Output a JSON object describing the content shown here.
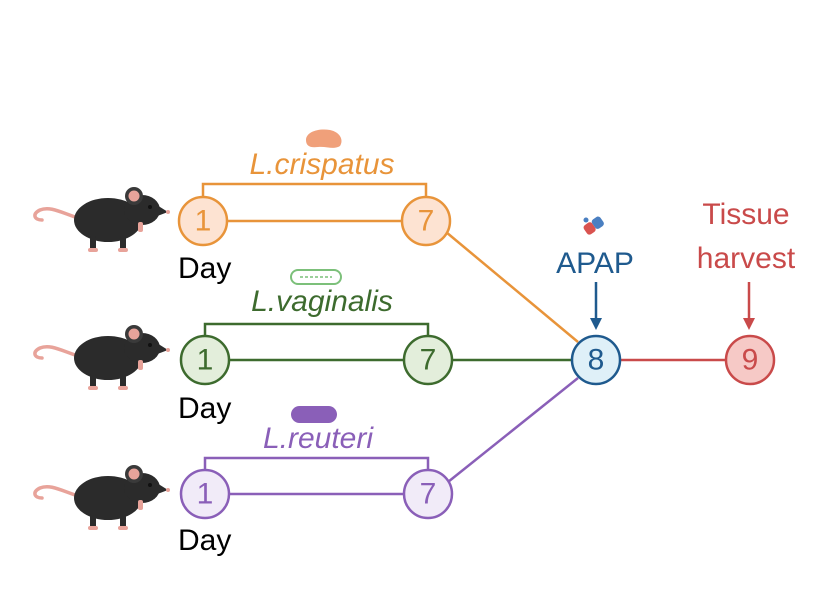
{
  "colors": {
    "crispatus": "#e8943a",
    "crispatus_fill": "#fde3d2",
    "vaginalis": "#3d6b2e",
    "vaginalis_fill": "#e3eedb",
    "reuteri": "#8a5fb8",
    "reuteri_fill": "#f1ebf8",
    "apap": "#1f5a8e",
    "apap_fill": "#dff0f8",
    "harvest": "#c94a4a",
    "harvest_fill": "#f6c9c6",
    "mouse": "#2b2b2b",
    "mouse_pink": "#e8a39a"
  },
  "groups": [
    {
      "bacterium": "L.crispatus",
      "start_day": "1",
      "end_day": "7",
      "day_label": "Day"
    },
    {
      "bacterium": "L.vaginalis",
      "start_day": "1",
      "end_day": "7",
      "day_label": "Day"
    },
    {
      "bacterium": "L.reuteri",
      "start_day": "1",
      "end_day": "7",
      "day_label": "Day"
    }
  ],
  "events": {
    "apap": {
      "label": "APAP",
      "day": "8",
      "icon": "pill-capsule-icon"
    },
    "harvest": {
      "label_line1": "Tissue",
      "label_line2": "harvest",
      "day": "9"
    }
  },
  "icons": [
    "mouse-icon",
    "rod-bacterium-icon",
    "pill-capsule-icon",
    "arrow-down-icon"
  ]
}
